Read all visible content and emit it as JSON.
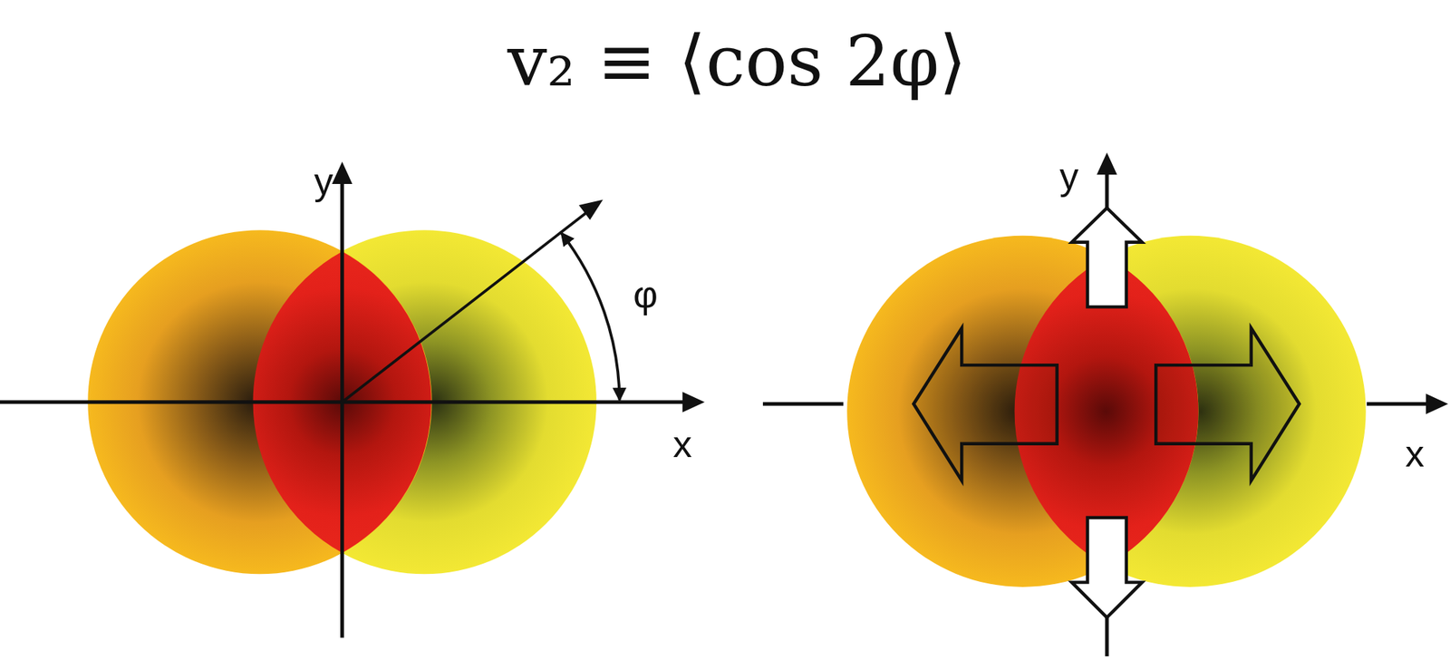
{
  "diagram": {
    "title": "v₂ ≡ ⟨cos 2φ⟩",
    "labels": [
      "y",
      "x",
      "φ",
      "y",
      "x"
    ]
  }
}
